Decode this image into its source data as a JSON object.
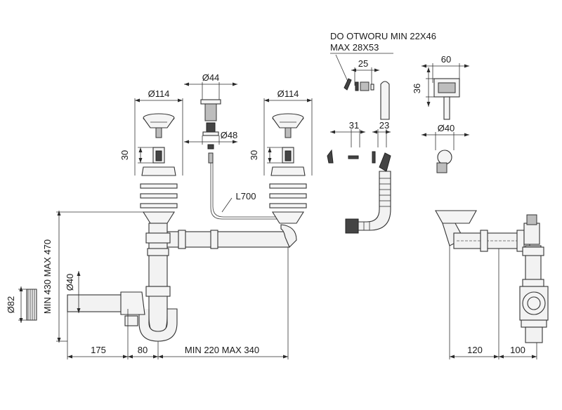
{
  "labels": {
    "basket_left_diameter": "Ø114",
    "basket_right_diameter": "Ø114",
    "overflow_top_diameter": "Ø44",
    "overflow_lower_diameter": "Ø48",
    "strainer_depth_left": "30",
    "strainer_depth_right": "30",
    "cable_length": "L700",
    "overflow_note_line1": "DO OTWORU MIN 22X46",
    "overflow_note_line2": "MAX 28X53",
    "overflow_width": "25",
    "overflow_small_width": "31",
    "overflow_small_width2": "23",
    "box_width": "60",
    "box_height": "36",
    "connector_diameter": "Ø40",
    "outlet_diameter": "Ø82",
    "siphon_pipe_diameter": "Ø40",
    "height_range": "MIN 430 MAX 470",
    "dist_175": "175",
    "dist_80": "80",
    "spacing_range": "MIN 220 MAX 340",
    "side_120": "120",
    "side_100": "100"
  },
  "colors": {
    "line": "#2a2a2a",
    "part_fill": "#f4f4f4",
    "dark_fill": "#444444",
    "mid_fill": "#bdbdbd"
  }
}
